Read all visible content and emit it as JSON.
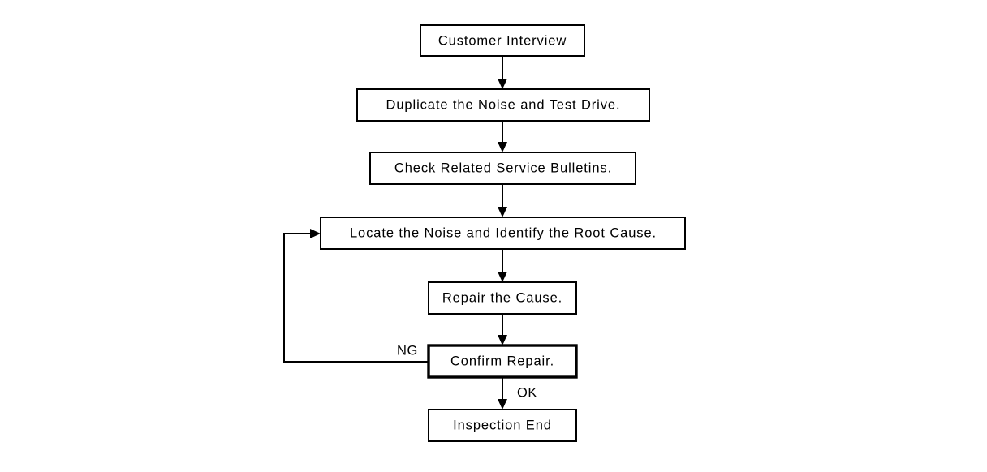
{
  "diagram": {
    "type": "flowchart",
    "orientation": "top-to-bottom",
    "background_color": "#ffffff",
    "line_color": "#000000",
    "text_color": "#000000",
    "nodes": [
      {
        "id": "customer_interview",
        "label": "Customer Interview"
      },
      {
        "id": "duplicate_noise",
        "label": "Duplicate the Noise and Test Drive."
      },
      {
        "id": "check_bulletins",
        "label": "Check Related Service Bulletins."
      },
      {
        "id": "locate_noise",
        "label": "Locate the Noise and Identify the Root Cause."
      },
      {
        "id": "repair_cause",
        "label": "Repair the Cause."
      },
      {
        "id": "confirm_repair",
        "label": "Confirm Repair."
      },
      {
        "id": "inspection_end",
        "label": "Inspection End"
      }
    ],
    "edge_labels": {
      "ng": "NG",
      "ok": "OK"
    }
  }
}
